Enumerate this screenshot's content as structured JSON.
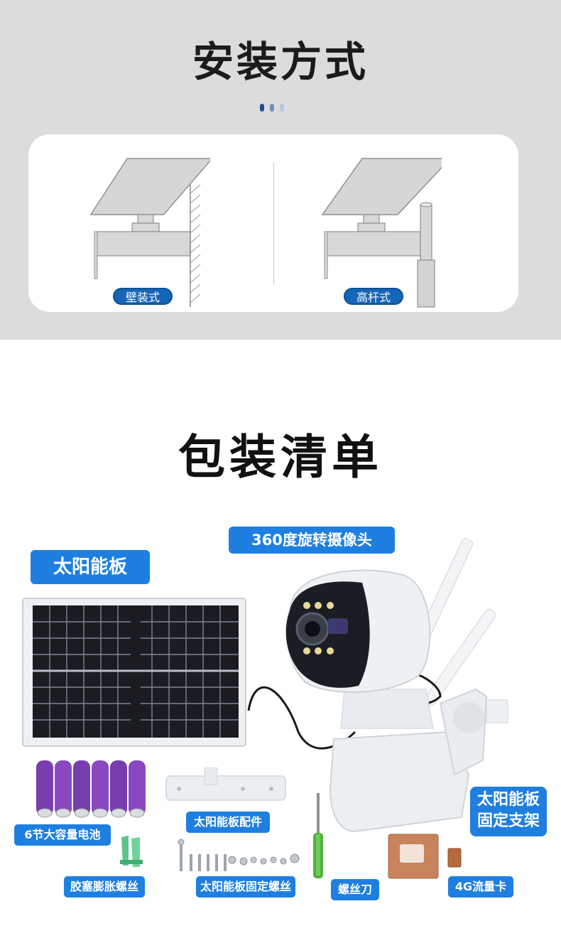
{
  "install": {
    "title": "安装方式",
    "dot_colors": [
      "#1f4f8c",
      "#6d8fc0",
      "#b4c5de"
    ],
    "options": [
      {
        "label": "壁装式",
        "icon": "wall-mount-icon"
      },
      {
        "label": "高杆式",
        "icon": "pole-mount-icon"
      }
    ],
    "pill_color": "#1565b8"
  },
  "package": {
    "title": "包装清单",
    "tag_color": "#1e7fe0",
    "items": {
      "solar_panel": "太阳能板",
      "camera": "360度旋转摄像头",
      "bracket_line1": "太阳能板",
      "bracket_line2": "固定支架",
      "battery": "6节大容量电池",
      "panel_parts": "太阳能板配件",
      "anchors": "胶塞膨胀螺丝",
      "panel_screws": "太阳能板固定螺丝",
      "screwdriver": "螺丝刀",
      "sim": "4G流量卡"
    }
  }
}
